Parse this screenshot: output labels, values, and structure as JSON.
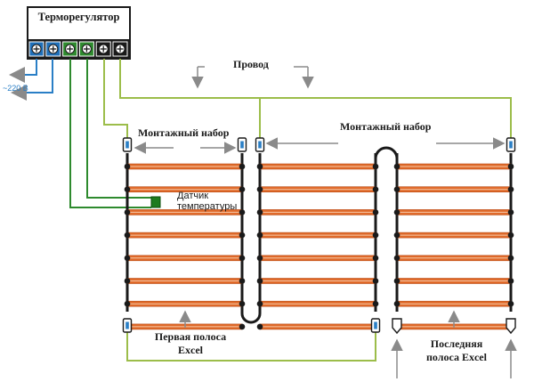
{
  "thermostat": {
    "title": "Терморегулятор"
  },
  "supply": {
    "label": "~220 В"
  },
  "wire": {
    "label": "Провод"
  },
  "mounting_kit": {
    "label": "Монтажный набор"
  },
  "sensor": {
    "line1": "Датчик",
    "line2": "температуры"
  },
  "first_strip": {
    "line1": "Первая полоса",
    "line2": "Excel"
  },
  "last_strip": {
    "line1": "Последняя",
    "line2": "полоса Excel"
  },
  "colors": {
    "heating_strip": "#e06a2a",
    "bus": "#1a1a1a",
    "power_wire": "#2a7fc6",
    "sensor_wire": "#2e8a2e",
    "feed_wire": "#9cbd4a",
    "arrow": "#8a8a8a",
    "terminal_blue": "#1f6fb8",
    "terminal_green": "#2e8a2e",
    "terminal_black": "#1a1a1a"
  },
  "terminals": [
    "blue",
    "blue",
    "green",
    "green",
    "black",
    "black"
  ],
  "strips_per_section": 8
}
